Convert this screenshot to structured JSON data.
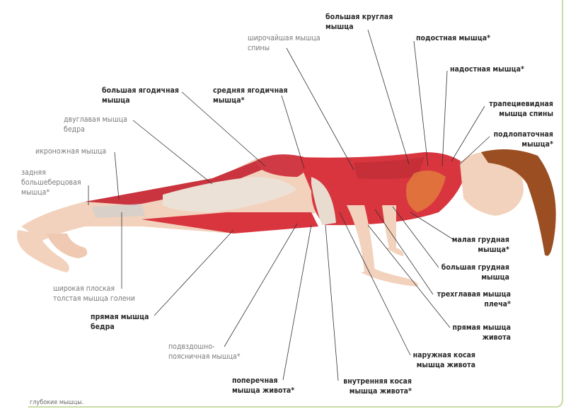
{
  "labels": {
    "teres_major": [
      "большая круглая",
      "мышца"
    ],
    "latissimus": [
      "широчайшая мышца",
      "спины"
    ],
    "infraspinatus": [
      "подостная мышца*"
    ],
    "supraspinatus": [
      "надостная мышца*"
    ],
    "trapezius": [
      "трапециевидная",
      "мышца спины"
    ],
    "subscapularis": [
      "подлопаточная",
      "мышца*"
    ],
    "gluteus_maximus": [
      "большая ягодичная",
      "мышца"
    ],
    "gluteus_medius": [
      "средняя ягодичная",
      "мышца*"
    ],
    "biceps_femoris": [
      "двуглавая мышца",
      "бедра"
    ],
    "gastrocnemius": [
      "икроножная мышца"
    ],
    "tibialis_posterior": [
      "задняя",
      "большеберцовая",
      "мышца*"
    ],
    "pectoralis_minor": [
      "малая грудная",
      "мышца*"
    ],
    "pectoralis_major": [
      "большая грудная",
      "мышца"
    ],
    "triceps": [
      "трехглавая мышца",
      "плеча*"
    ],
    "rectus_abdominis": [
      "прямая мышца",
      "живота"
    ],
    "external_oblique": [
      "наружная косая",
      "мышца живота"
    ],
    "internal_oblique": [
      "внутренняя косая",
      "мышца живота*"
    ],
    "transversus": [
      "поперечная",
      "мышца живота*"
    ],
    "iliopsoas": [
      "подвздошно-",
      "поясничная мышца*"
    ],
    "rectus_femoris": [
      "прямая мышца",
      "бедра"
    ],
    "soleus": [
      "широкая плоская",
      "толстая мышца голени"
    ]
  },
  "footnote": "глубокие мышцы.",
  "colors": {
    "muscle": "#d9353f",
    "muscle_dark": "#b0222c",
    "skin": "#f2d2bd",
    "tendon": "#e8dcd0",
    "hair": "#9a4e22",
    "frame": "#c9dca2"
  }
}
